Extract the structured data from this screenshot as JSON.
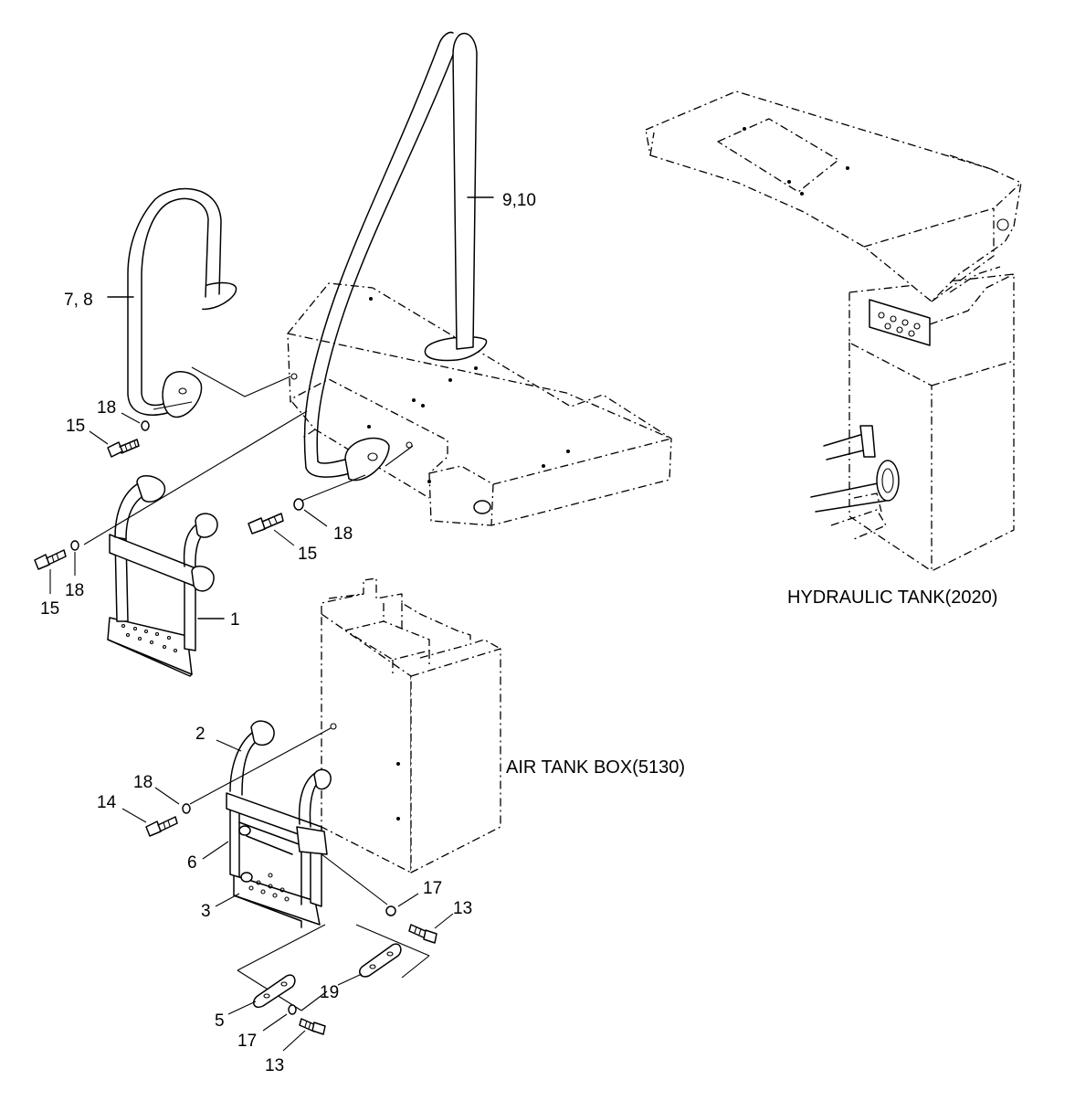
{
  "labels": {
    "hydraulic_tank": "HYDRAULIC TANK(2020)",
    "air_tank_box": "AIR TANK BOX(5130)"
  },
  "callouts": {
    "c1": "1",
    "c2": "2",
    "c3": "3",
    "c5": "5",
    "c6": "6",
    "c7_8": "7, 8",
    "c9_10": "9,10",
    "c13_a": "13",
    "c13_b": "13",
    "c14": "14",
    "c15_a": "15",
    "c15_b": "15",
    "c15_c": "15",
    "c17_a": "17",
    "c17_b": "17",
    "c18_a": "18",
    "c18_b": "18",
    "c18_c": "18",
    "c18_d": "18",
    "c19": "19"
  }
}
